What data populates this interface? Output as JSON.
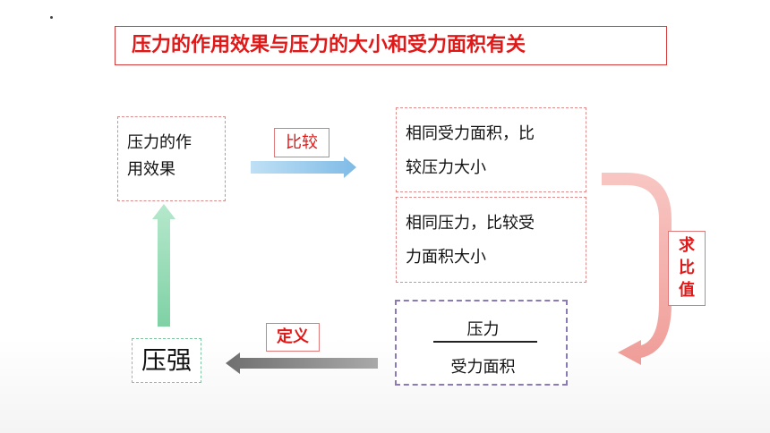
{
  "title": "压力的作用效果与压力的大小和受力面积有关",
  "effect_box": {
    "line1": "压力的作",
    "line2": "用效果"
  },
  "compare_label": "比较",
  "compare_box_1": {
    "line1": "相同受力面积，比",
    "line2": "较压力大小"
  },
  "compare_box_2": {
    "line1": "相同压力，比较受",
    "line2": "力面积大小"
  },
  "ratio_label": {
    "char1": "求",
    "char2": "比",
    "char3": "值"
  },
  "fraction": {
    "numerator": "压力",
    "denominator": "受力面积"
  },
  "define_label": "定义",
  "result_box": "压强",
  "colors": {
    "title_text": "#e01818",
    "blue_arrow": "#9ccbec",
    "green_arrow": "#8fd4ae",
    "pink_arrow": "#f2a4a0",
    "gray_arrow": "#808080"
  }
}
